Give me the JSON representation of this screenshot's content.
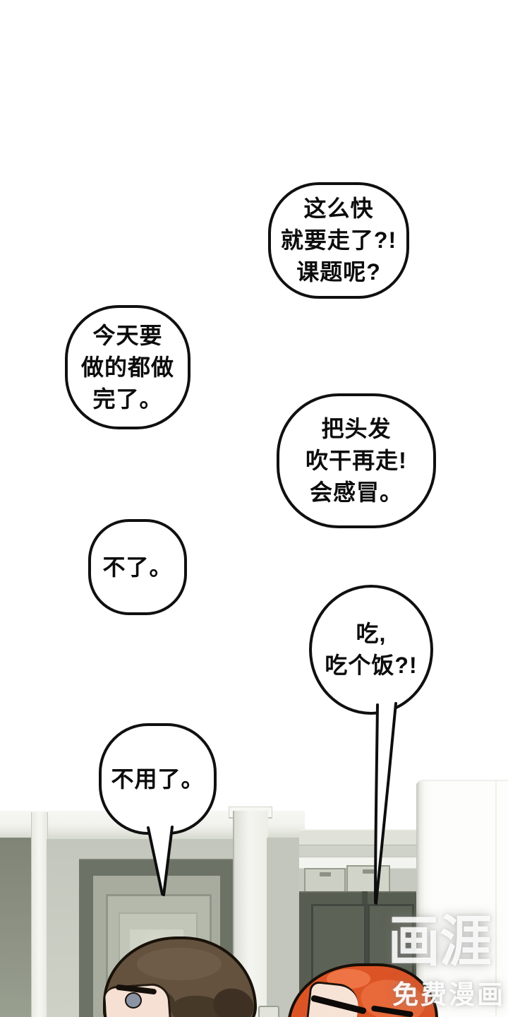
{
  "comic": {
    "bubbles": [
      {
        "speaker": "right",
        "lines": [
          "这么快",
          "就要走了?!",
          "课题呢?"
        ]
      },
      {
        "speaker": "left",
        "lines": [
          "今天要",
          "做的都做",
          "完了。"
        ]
      },
      {
        "speaker": "right",
        "lines": [
          "把头发",
          "吹干再走!",
          "会感冒。"
        ]
      },
      {
        "speaker": "left",
        "lines": [
          "不了。"
        ]
      },
      {
        "speaker": "right",
        "lines": [
          "吃,",
          "吃个饭?!"
        ]
      },
      {
        "speaker": "left",
        "lines": [
          "不用了。"
        ]
      }
    ],
    "watermark": {
      "logo": "画涯",
      "tagline": "免费漫画"
    },
    "colors": {
      "bubble_border": "#101010",
      "left_character_hair": "#64523f",
      "right_character_hair": "#dc5426",
      "wall_green": "#80857a",
      "door_frame": "#6d7266",
      "wardrobe": "#575d51",
      "watermark_text": "#ffffff"
    }
  }
}
